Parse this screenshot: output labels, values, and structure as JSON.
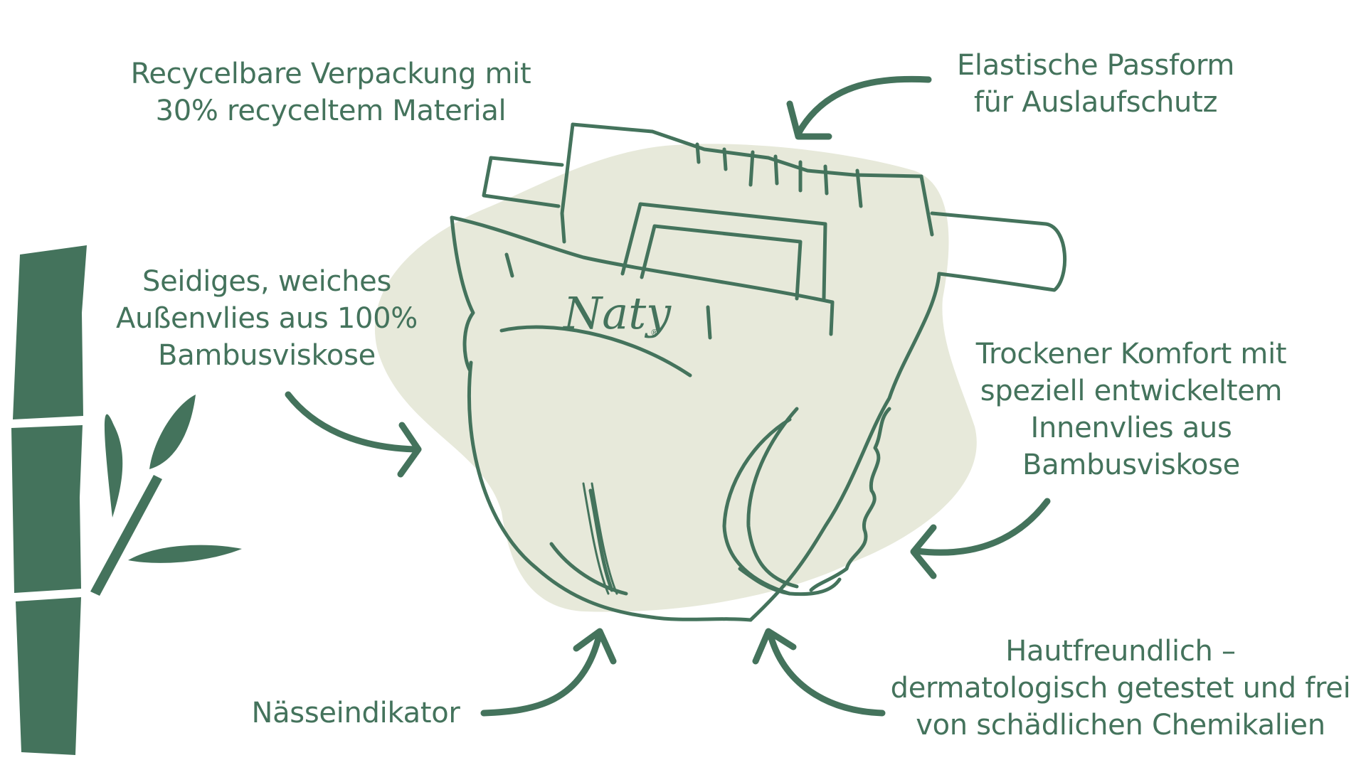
{
  "colors": {
    "ink": "#44735c",
    "bamboo": "#44735c",
    "blob": "#e7e9da",
    "background": "#ffffff"
  },
  "brand": {
    "logo_text": "Naty",
    "registered_mark": "®"
  },
  "labels": {
    "packaging": {
      "line1": "Recycelbare Verpackung mit",
      "line2": "30% recyceltem Material"
    },
    "fit": {
      "line1": "Elastische Passform",
      "line2": "für Auslaufschutz"
    },
    "outer": {
      "line1": "Seidiges, weiches",
      "line2": "Außenvlies aus 100%",
      "line3": "Bambusviskose"
    },
    "dry": {
      "line1": "Trockener Komfort mit",
      "line2": "speziell entwickeltem",
      "line3": "Innenvlies aus",
      "line4": "Bambusviskose"
    },
    "indicator": {
      "line1": "Nässeindikator"
    },
    "skin": {
      "line1": "Hautfreundlich –",
      "line2": "dermatologisch getestet und frei",
      "line3": "von schädlichen Chemikalien"
    }
  },
  "icons": [
    "bamboo-illustration",
    "diaper-illustration",
    "curved-arrow"
  ]
}
